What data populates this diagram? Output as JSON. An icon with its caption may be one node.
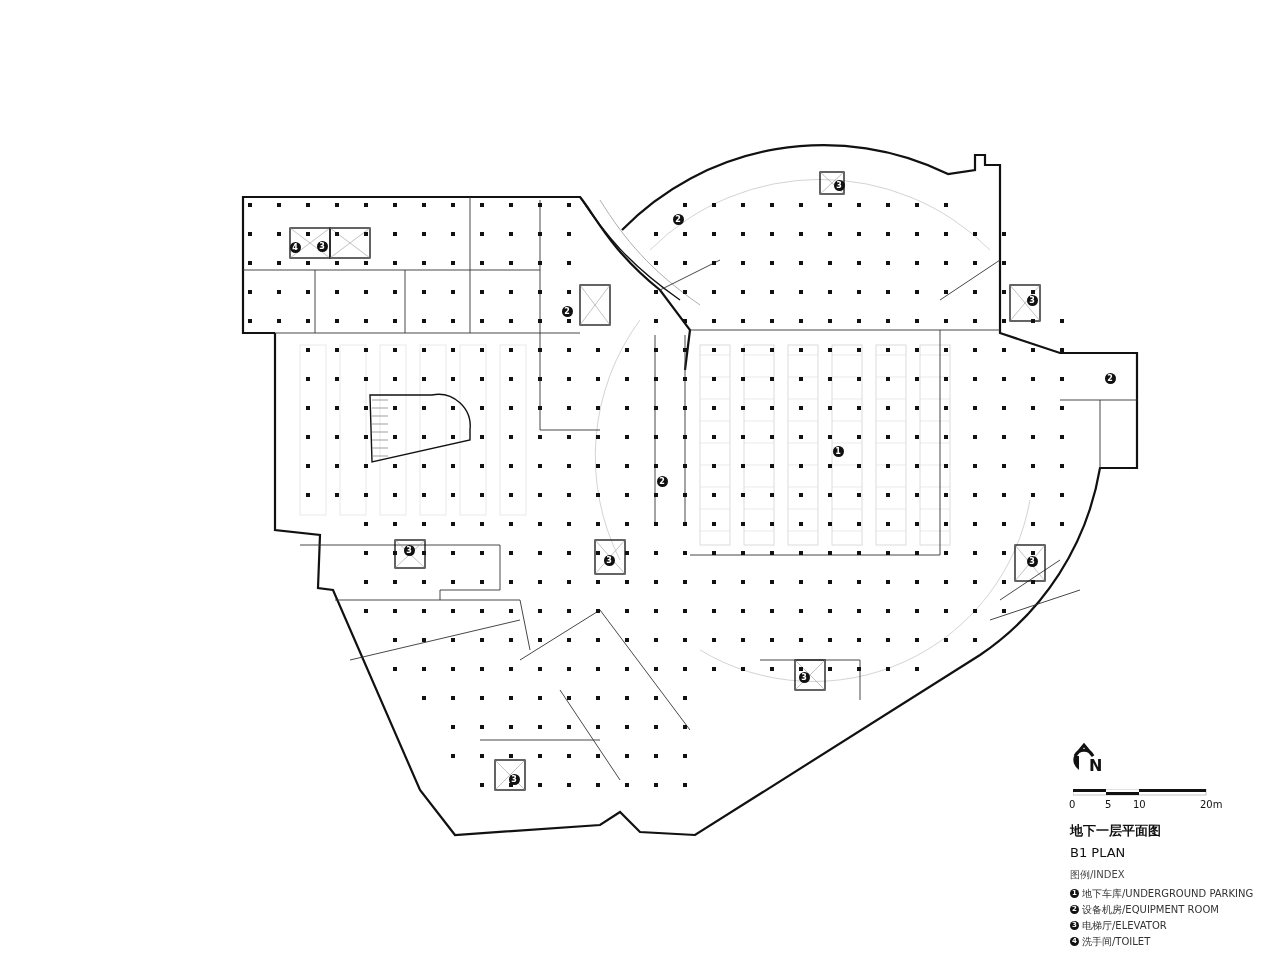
{
  "diagram": {
    "title": "地下一层平面图",
    "labels": [
      "3",
      "2",
      "4",
      "3",
      "3",
      "2",
      "2",
      "1",
      "2",
      "3",
      "3",
      "3",
      "3",
      "3",
      "N",
      "0",
      "5",
      "10",
      "20m",
      "B1 PLAN",
      "图例/INDEX",
      "1",
      "2",
      "3",
      "4"
    ],
    "legend": [
      {
        "text": "地下车库/UNDERGROUND PARKING"
      },
      {
        "text": "设备机房/EQUIPMENT ROOM"
      },
      {
        "text": "电梯厅/ELEVATOR"
      },
      {
        "text": "洗手间/TOILET"
      }
    ]
  }
}
